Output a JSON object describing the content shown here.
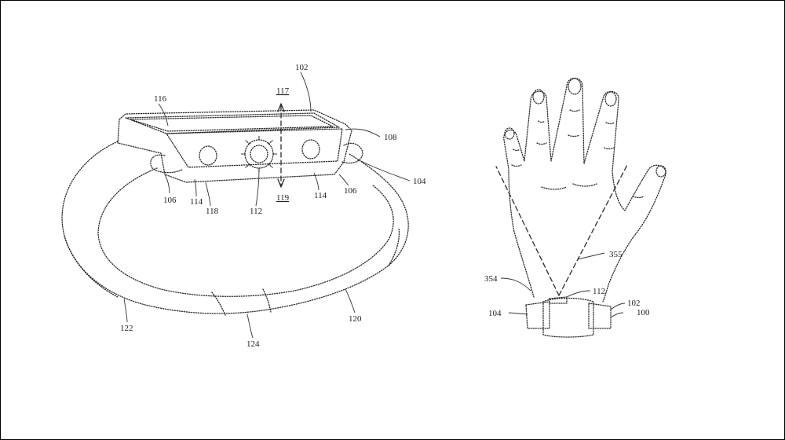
{
  "labels": {
    "watch_body": "102",
    "crown": "112",
    "buttons": "114",
    "band_lugs": "106",
    "housing": "108",
    "band": "104",
    "display": "116",
    "axis_up": "117",
    "axis_down": "119",
    "housing_bottom": "118",
    "band_left": "122",
    "band_right": "120",
    "band_clasp": "124",
    "sensor_field_left": "354",
    "sensor_field_right": "355",
    "crown_r": "112",
    "body_r": "102",
    "band_r": "104",
    "device_r": "100"
  }
}
